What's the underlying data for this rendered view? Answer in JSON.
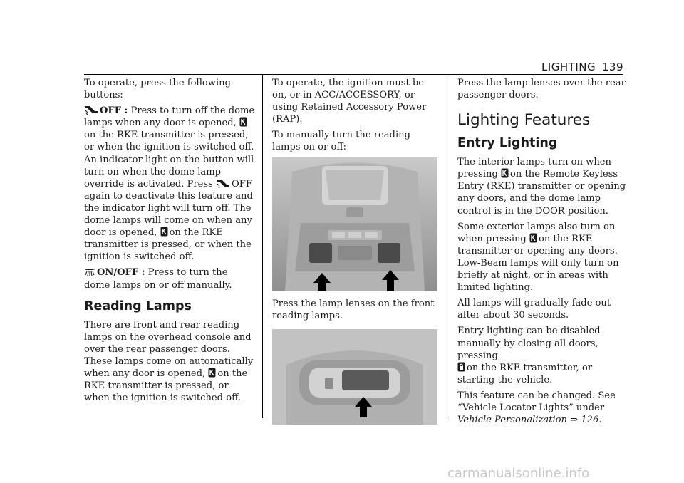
{
  "header": {
    "section": "LIGHTING",
    "page": "139"
  },
  "col1": {
    "intro": "To operate, press the following buttons:",
    "off_label": "OFF :",
    "off_t1": "Press to turn off the dome lamps when any door is opened,",
    "off_t2": "on the RKE transmitter is pressed, or when the ignition is switched off. An indicator light on the button will turn on when the dome lamp override is activated. Press",
    "off_t3": "OFF again to deactivate this feature and the indicator light will turn off. The dome lamps will come on when any door is opened,",
    "off_t4": "on the RKE transmitter is pressed, or when the ignition is switched off.",
    "onoff_label": "ON/OFF :",
    "onoff_text": "Press to turn the dome lamps on or off manually.",
    "reading_heading": "Reading Lamps",
    "reading_t1": "There are front and rear reading lamps on the overhead console and over the rear passenger doors. These lamps come on automatically when any door is opened,",
    "reading_t2": "on the RKE transmitter is pressed, or when the ignition is switched off."
  },
  "col2": {
    "p1": "To operate, the ignition must be on, or in ACC/ACCESSORY, or using Retained Accessory Power (RAP).",
    "p2": "To manually turn the reading lamps on or off:",
    "caption1": "Press the lamp lenses on the front reading lamps."
  },
  "col3": {
    "p1": "Press the lamp lenses over the rear passenger doors.",
    "h1": "Lighting Features",
    "h2": "Entry Lighting",
    "e1a": "The interior lamps turn on when pressing",
    "e1b": "on the Remote Keyless Entry (RKE) transmitter or opening any doors, and the dome lamp control is in the DOOR position.",
    "e2a": "Some exterior lamps also turn on when pressing",
    "e2b": "on the RKE transmitter or opening any doors. Low-Beam lamps will only turn on briefly at night, or in areas with limited lighting.",
    "e3": "All lamps will gradually fade out after about 30 seconds.",
    "e4a": "Entry lighting can be disabled manually by closing all doors, pressing",
    "e4b": "on the RKE transmitter, or starting the vehicle.",
    "e5a": "This feature can be changed. See “Vehicle Locator Lights” under",
    "e5_ref": "Vehicle Personalization",
    "e5_page": "126",
    "e5_end": "."
  },
  "footer": {
    "watermark": "carmanualsonline.info"
  }
}
